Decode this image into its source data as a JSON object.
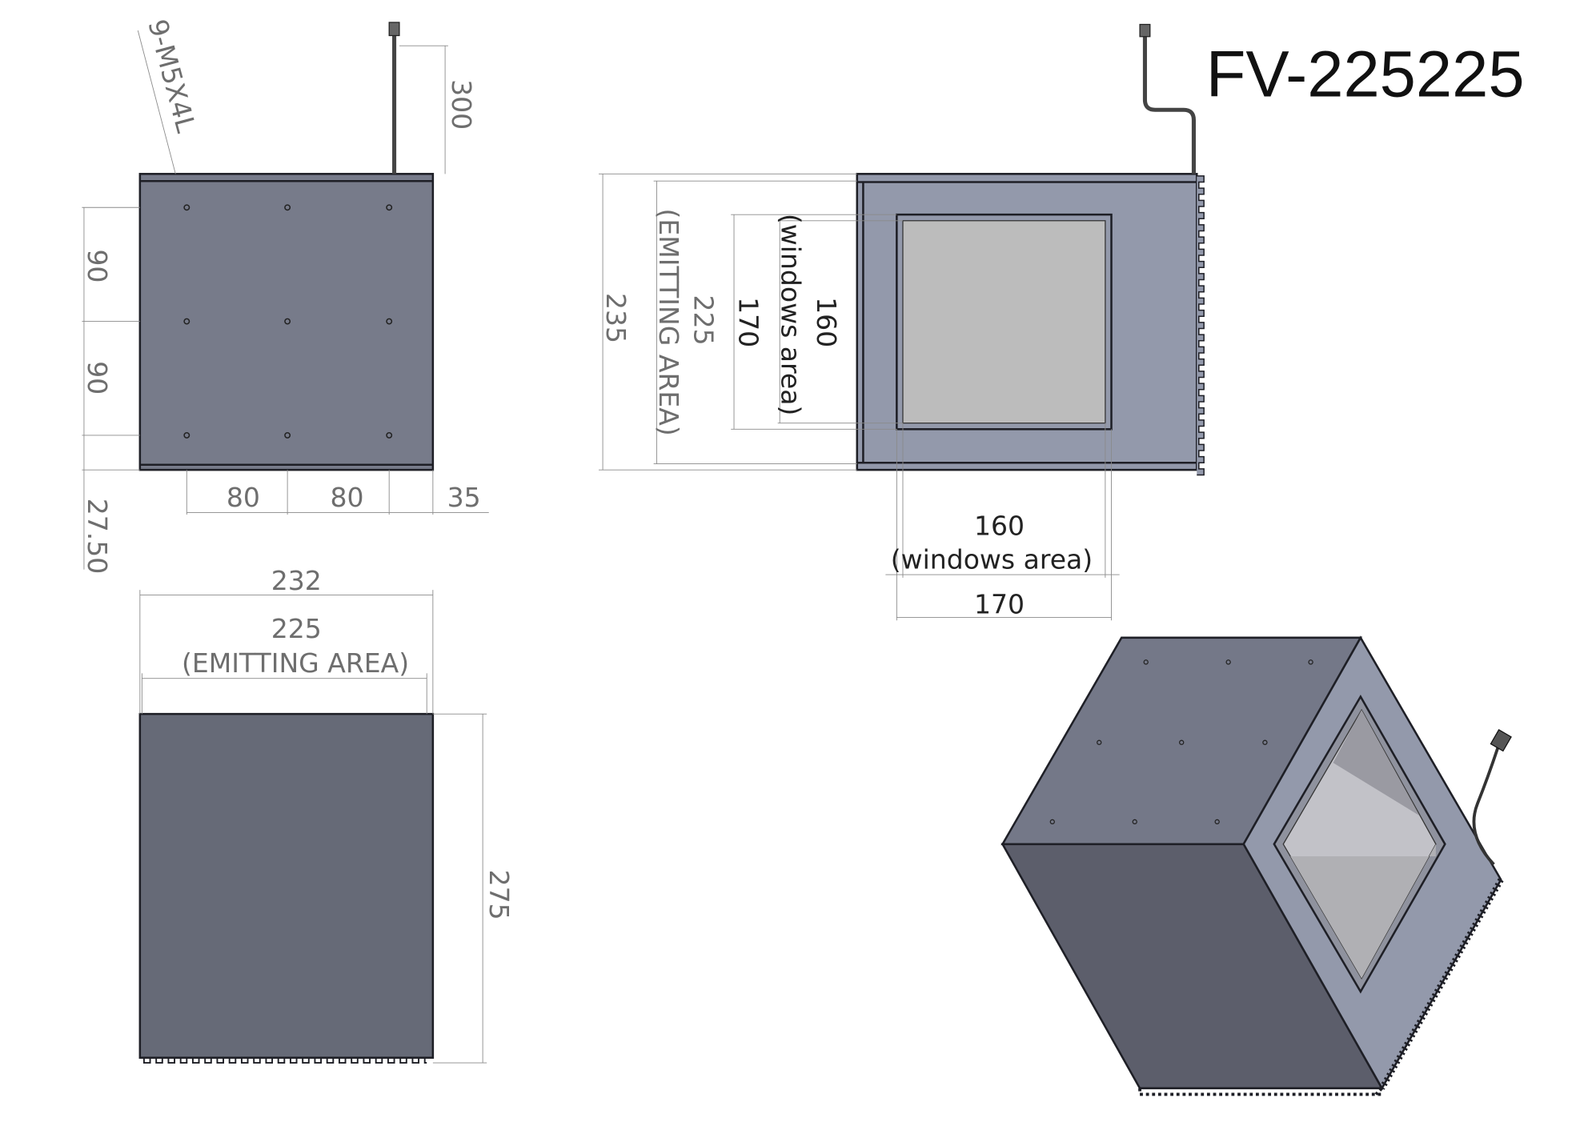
{
  "title": "FV-225225",
  "side_view": {
    "hole_note": "9-M5X4L",
    "cable_length": "300",
    "v_dim_1": "90",
    "v_dim_2": "90",
    "v_dim_3": "27.50",
    "h_dim_1": "80",
    "h_dim_2": "80",
    "h_dim_3": "35"
  },
  "front_view": {
    "height_total": "235",
    "emitting_height": "225",
    "emitting_label": "(EMITTING AREA)",
    "window_outer_height": "170",
    "window_inner_height": "160",
    "window_inner_label": "(windows area)",
    "window_inner_width": "160",
    "window_inner_width_label": "(windows area)",
    "window_outer_width": "170"
  },
  "bottom_view": {
    "width_total": "232",
    "emitting_width": "225",
    "emitting_label": "(EMITTING AREA)",
    "depth": "275"
  },
  "colors": {
    "body_side": "#737786",
    "body_front": "#9399ab",
    "body_dark": "#666a77",
    "window": "#bcbcbc"
  }
}
